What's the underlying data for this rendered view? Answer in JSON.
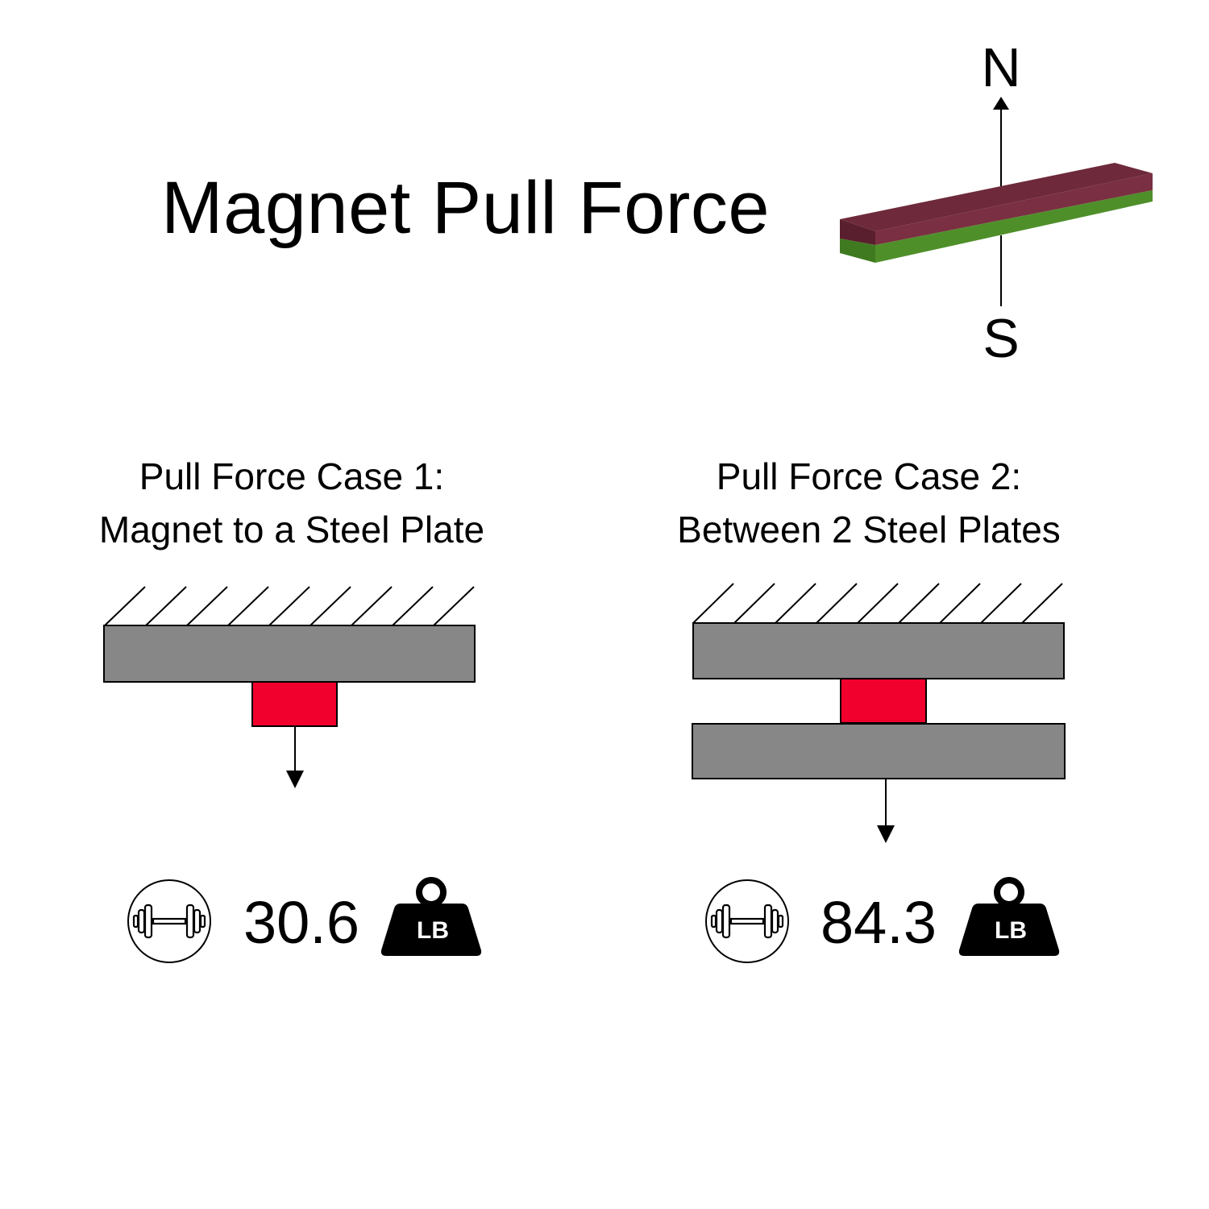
{
  "title": "Magnet Pull Force",
  "poles": {
    "north": "N",
    "south": "S"
  },
  "colors": {
    "north_face": "#6e2a3a",
    "south_face": "#4f8f2a",
    "magnet_block": "#f2002d",
    "steel_plate": "#878787"
  },
  "cases": [
    {
      "heading_line1": "Pull Force Case 1:",
      "heading_line2": "Magnet to a Steel Plate",
      "value": "30.6",
      "unit": "LB",
      "icon": "dumbbell-icon"
    },
    {
      "heading_line1": "Pull Force Case 2:",
      "heading_line2": "Between 2 Steel Plates",
      "value": "84.3",
      "unit": "LB",
      "icon": "dumbbell-icon"
    }
  ]
}
